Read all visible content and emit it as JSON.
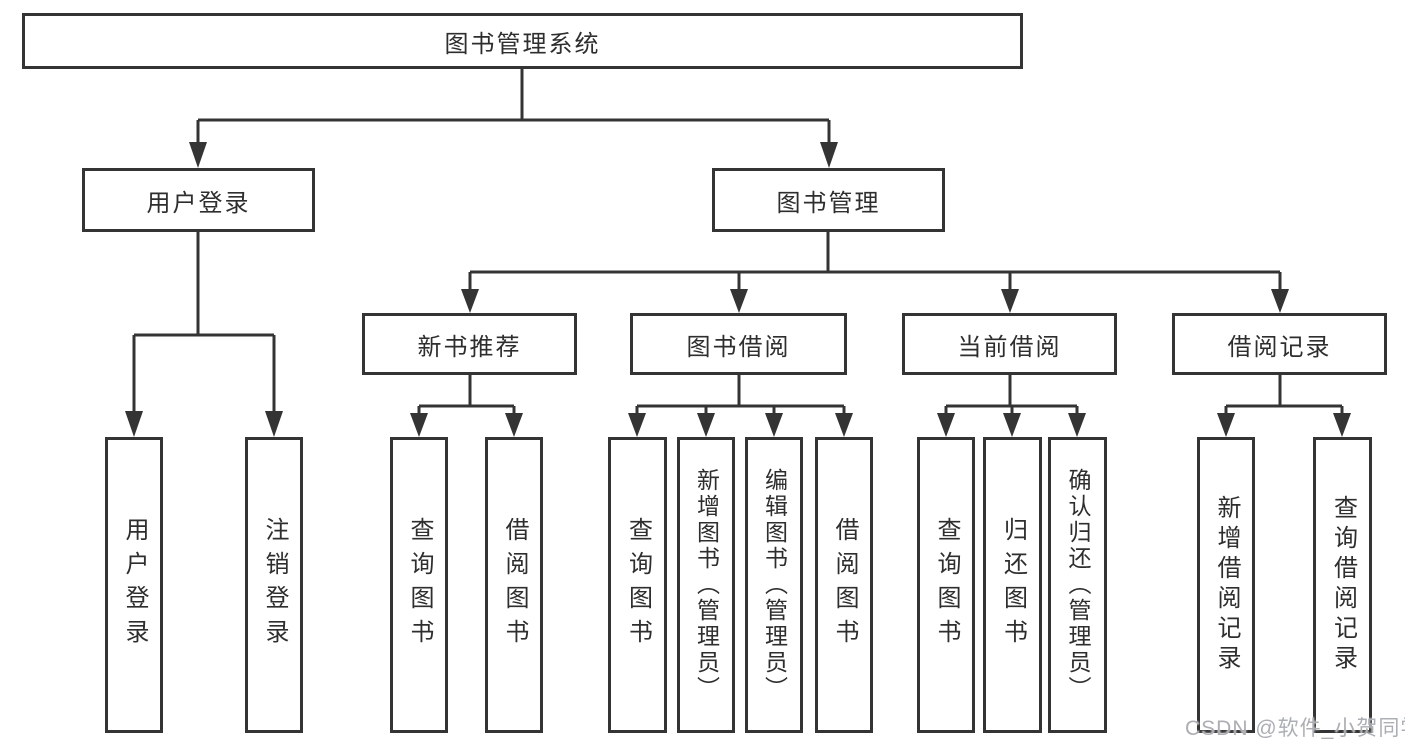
{
  "tree": {
    "label": "图书管理系统",
    "children": [
      {
        "label": "用户登录",
        "children": [
          {
            "label": "用户登录"
          },
          {
            "label": "注销登录"
          }
        ]
      },
      {
        "label": "图书管理",
        "children": [
          {
            "label": "新书推荐",
            "children": [
              {
                "label": "查询图书"
              },
              {
                "label": "借阅图书"
              }
            ]
          },
          {
            "label": "图书借阅",
            "children": [
              {
                "label": "查询图书"
              },
              {
                "label": "新增图书（管理员）"
              },
              {
                "label": "编辑图书（管理员）"
              },
              {
                "label": "借阅图书"
              }
            ]
          },
          {
            "label": "当前借阅",
            "children": [
              {
                "label": "查询图书"
              },
              {
                "label": "归还图书"
              },
              {
                "label": "确认归还（管理员）"
              }
            ]
          },
          {
            "label": "借阅记录",
            "children": [
              {
                "label": "新增借阅记录"
              },
              {
                "label": "查询借阅记录"
              }
            ]
          }
        ]
      }
    ]
  },
  "watermark": {
    "text": "CSDN @软件_小贺同学"
  },
  "colors": {
    "line": "#343434",
    "box_border": "#343434",
    "text": "#2e2e2e",
    "background": "#ffffff",
    "watermark": "#abafb4"
  }
}
